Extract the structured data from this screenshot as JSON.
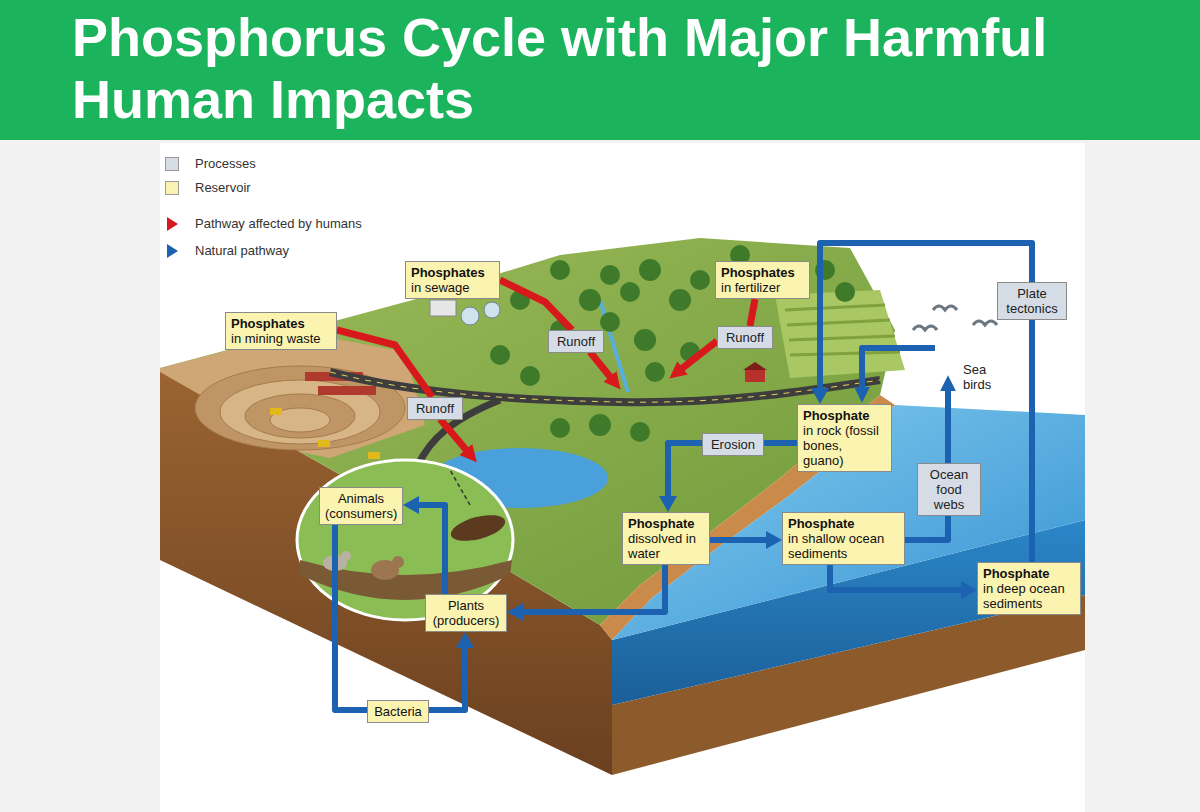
{
  "diagram": {
    "title": "Phosphorus Cycle with Major Harmful Human Impacts",
    "nodes": [
      {
        "text": [
          "Phosphates",
          "in sewage"
        ]
      },
      {
        "text": [
          "Phosphates",
          "in fertilizer"
        ]
      },
      {
        "text": [
          "Plate tectonics"
        ]
      },
      {
        "text": [
          "Phosphates",
          "in mining waste"
        ]
      },
      {
        "text": [
          "Runoff"
        ]
      },
      {
        "text": [
          "Runoff"
        ]
      },
      {
        "text": [
          "Runoff"
        ]
      },
      {
        "text": [
          "Phosphate",
          "in rock (fossil bones, guano)"
        ]
      },
      {
        "text": [
          "Erosion"
        ]
      },
      {
        "text": [
          "Ocean food webs"
        ]
      },
      {
        "text": [
          "Animals (consumers)"
        ]
      },
      {
        "text": [
          "Phosphate",
          "dissolved in water"
        ]
      },
      {
        "text": [
          "Phosphate",
          "in shallow ocean sediments"
        ]
      },
      {
        "text": [
          "Phosphate",
          "in deep ocean sediments"
        ]
      },
      {
        "text": [
          "Plants (producers)"
        ]
      },
      {
        "text": [
          "Bacteria"
        ]
      }
    ],
    "edges": [
      {
        "from": 3,
        "to": 6,
        "arrow": "none"
      },
      {
        "from": 0,
        "to": 5,
        "arrow": "none"
      },
      {
        "from": 1,
        "to": 4,
        "arrow": "none"
      },
      {
        "from": 7,
        "to": 8,
        "arrow": "none"
      },
      {
        "from": 8,
        "to": 11,
        "arrow": "to"
      },
      {
        "from": 11,
        "to": 12,
        "arrow": "to"
      },
      {
        "from": 11,
        "to": 14,
        "arrow": "to"
      },
      {
        "from": 12,
        "to": 13,
        "arrow": "to"
      },
      {
        "from": 12,
        "to": 9,
        "arrow": "none"
      },
      {
        "from": 13,
        "to": 2,
        "arrow": "none"
      },
      {
        "from": 2,
        "to": 7,
        "arrow": "to"
      },
      {
        "from": 14,
        "to": 10,
        "arrow": "to"
      },
      {
        "from": 10,
        "to": 15,
        "arrow": "none"
      },
      {
        "from": 15,
        "to": 14,
        "arrow": "to"
      }
    ],
    "labels": [
      "Sea birds"
    ],
    "legend": [
      {
        "text": "Processes",
        "color": "#d5dce6"
      },
      {
        "text": "Reservoir",
        "color": "#fbf3b0"
      },
      {
        "text": "Pathway affected by humans"
      },
      {
        "text": "Natural pathway"
      }
    ]
  }
}
